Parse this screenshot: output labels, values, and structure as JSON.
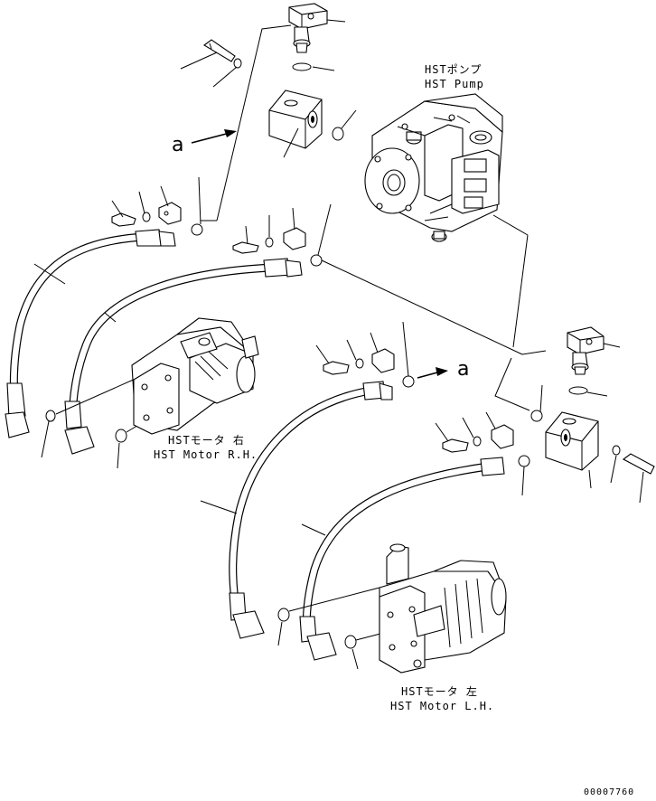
{
  "labels": {
    "pump_jp": "HSTポンプ",
    "pump_en": "HST Pump",
    "motor_rh_jp": "HSTモータ 右",
    "motor_rh_en": "HST Motor R.H.",
    "motor_lh_jp": "HSTモータ 左",
    "motor_lh_en": "HST Motor L.H.",
    "view_ref_1": "a",
    "view_ref_2": "a"
  },
  "drawing_number": "00007760"
}
